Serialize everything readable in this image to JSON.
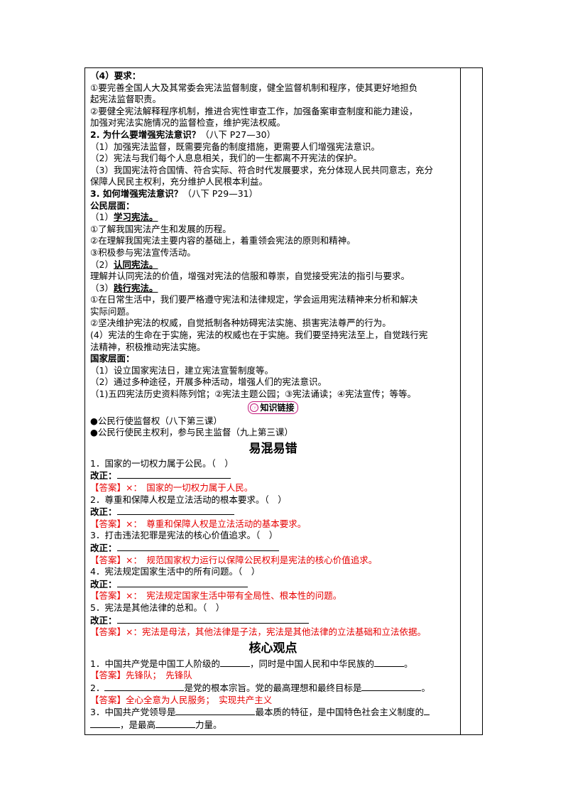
{
  "requirements": {
    "title": "（4）要求：",
    "l1a": "①要完善全国人大及其常委会宪法监督制度，健全监督机制和程序，使其更好地担负",
    "l1b": "起宪法监督职责。",
    "l2a": "②要健全宪法解释程序机制，推进合宪性审查工作，加强备案审查制度和能力建设，",
    "l2b": "加强对宪法实施情况的监督检查，维护宪法权威。"
  },
  "q2": {
    "title": "2. 为什么要增强宪法意识？",
    "ref": "（八下 P27—30）",
    "l1": "（1）加强宪法监督，既需要完备的制度措施，更需要人们增强宪法意识。",
    "l2": "（2）宪法与我们每个人息息相关，我们的一生都离不开宪法的保护。",
    "l3a": "（3）我国宪法符合国情、符合实际、符合时代发展要求，充分体现人民共同意志，充分",
    "l3b": "保障人民民主权利，充分维护人民根本利益。"
  },
  "q3": {
    "title": "3. 如何增强宪法意识？",
    "ref": "（八下 P29—31）",
    "citizen_title": "公民层面：",
    "s1_num": "（1）",
    "s1_title": "学习宪法。",
    "s1_l1": "①了解我国宪法产生和发展的历程。",
    "s1_l2": "②在理解我国宪法主要内容的基础上，着重领会宪法的原则和精神。",
    "s1_l3": "③积极参与宪法宣传活动。",
    "s2_num": "（2）",
    "s2_title": "认同宪法。",
    "s2_l1": "理解并认同宪法的价值，增强对宪法的信服和尊崇，自觉接受宪法的指引与要求。",
    "s3_num": "（3）",
    "s3_title": "践行宪法。",
    "s3_l1a": "①在日常生活中，我们要严格遵守宪法和法律规定，学会运用宪法精神来分析和解决",
    "s3_l1b": "实际问题。",
    "s3_l2": "②坚决维护宪法的权威，自觉抵制各种妨碍宪法实施、损害宪法尊严的行为。",
    "s3_l3a": "(4）宪法的生命在于实施，宪法的权威也在于实施。我们要坚持宪法至上，自觉践行宪",
    "s3_l3b": "法精神，积极推动宪法实施。",
    "nation_title": "国家层面：",
    "n_l1": "（1）设立国家宪法日，建立宪法宣誓制度等。",
    "n_l2": "（2）通过多种途径，开展多种活动，增强人们的宪法意识。",
    "n_l3": "（1)五四宪法历史资料陈列馆；②宪法主题公园；③宪法诵读；④宪法宣传；等等。"
  },
  "knowledge_link": {
    "label": "知识链接",
    "icon": "hand-pointer-icon",
    "l1": "●公民行使监督权（八下第三课）",
    "l2": "●公民行使民主权利，参与民主监督（九上第三课）"
  },
  "confusion": {
    "heading": "易混易错",
    "correct_label": "改正：",
    "answer_label": "【答案】",
    "items": [
      {
        "q": "1．国家的一切权力属于公民。（　）",
        "a": "×：　国家的一切权力属于人民。"
      },
      {
        "q": "2．尊重和保障人权是立法活动的根本要求。（　）",
        "a": "×：　尊重和保障人权是立法活动的基本要求。"
      },
      {
        "q": "3．打击违法犯罪是宪法的核心价值追求。（　）",
        "a": "×：　规范国家权力运行以保障公民权利是宪法的核心价值追求。"
      },
      {
        "q": "4．宪法规定国家生活中的所有问题。（　）",
        "a": "×：　宪法规定国家生活中带有全局性、根本性的问题。"
      },
      {
        "q": "5．宪法是其他法律的总和。（　）",
        "a": "×：宪法是母法，其他法律是子法，宪法是其他法律的立法基础和立法依据。"
      }
    ]
  },
  "core": {
    "heading": "核心观点",
    "q1a": "1．中国共产党是中国工人阶级的",
    "q1b": "，同时是中国人民和中华民族的",
    "q1c": "。",
    "a1": "先锋队；　先锋队",
    "q2a": "2．",
    "q2b": "是党的根本宗旨。党的最高理想和最终目标是",
    "q2c": "。",
    "a2": "全心全意为人民服务；　实现共产主义",
    "q3a": "3．中国共产党领导是",
    "q3b": "最本质的特征，是中国特色社会主义制度的",
    "q3c": "，是最高",
    "q3d": "力量。"
  },
  "colors": {
    "answer": "#e60000",
    "badge_border": "#c2187a"
  }
}
